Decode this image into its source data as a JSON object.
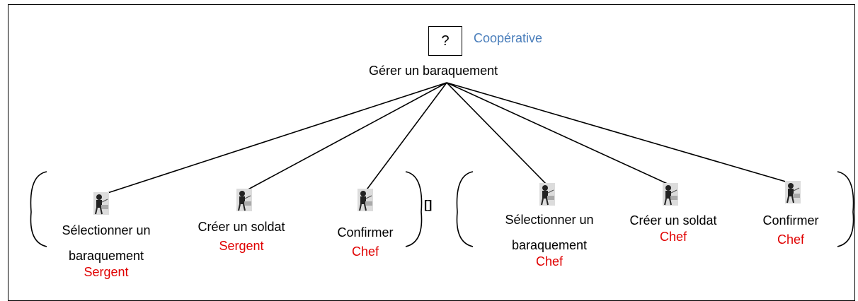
{
  "operator": {
    "symbol": "?",
    "type": "Coopérative"
  },
  "root": {
    "label": "Gérer un baraquement"
  },
  "choice_operator": "[]",
  "group_left": {
    "tasks": [
      {
        "name_lines": [
          "Sélectionner un",
          "baraquement"
        ],
        "role": "Sergent",
        "icon": "user-task-icon"
      },
      {
        "name_lines": [
          "Créer un soldat"
        ],
        "role": "Sergent",
        "icon": "user-task-icon"
      },
      {
        "name_lines": [
          "Confirmer"
        ],
        "role": "Chef",
        "icon": "user-task-icon"
      }
    ]
  },
  "group_right": {
    "tasks": [
      {
        "name_lines": [
          "Sélectionner un",
          "baraquement"
        ],
        "role": "Chef",
        "icon": "user-task-icon"
      },
      {
        "name_lines": [
          "Créer un soldat"
        ],
        "role": "Chef",
        "icon": "user-task-icon"
      },
      {
        "name_lines": [
          "Confirmer"
        ],
        "role": "Chef",
        "icon": "user-task-icon"
      }
    ]
  },
  "colors": {
    "operator_type": "#4a7ebb",
    "role": "#e00000",
    "line": "#000000"
  }
}
